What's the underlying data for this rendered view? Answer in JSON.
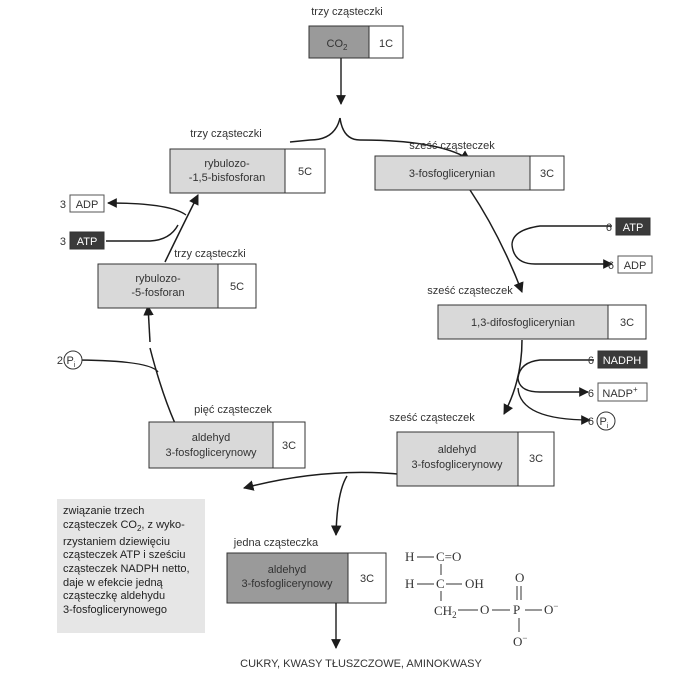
{
  "input": {
    "count_label": "trzy cząsteczki",
    "molecule": "CO",
    "molecule_sub": "2",
    "carbons": "1C"
  },
  "boxes": {
    "rubp": {
      "caption": "trzy cząsteczki",
      "name_line1": "rybulozo-",
      "name_line2": "-1,5-bisfosforan",
      "carbons": "5C"
    },
    "pga": {
      "caption": "sześć cząsteczek",
      "name_line1": "3-fosfoglicerynian",
      "carbons": "3C"
    },
    "ru5p": {
      "caption": "trzy cząsteczki",
      "name_line1": "rybulozo-",
      "name_line2": "-5-fosforan",
      "carbons": "5C"
    },
    "bpga": {
      "caption": "sześć cząsteczek",
      "name_line1": "1,3-difosfoglicerynian",
      "carbons": "3C"
    },
    "g3p_left": {
      "caption": "pięć cząsteczek",
      "name_line1": "aldehyd",
      "name_line2": "3-fosfoglicerynowy",
      "carbons": "3C"
    },
    "g3p_right": {
      "caption": "sześć cząsteczek",
      "name_line1": "aldehyd",
      "name_line2": "3-fosfoglicerynowy",
      "carbons": "3C"
    },
    "g3p_out": {
      "caption": "jedna cząsteczka",
      "name_line1": "aldehyd",
      "name_line2": "3-fosfoglicerynowy",
      "carbons": "3C"
    }
  },
  "cofactors": {
    "adp_left": {
      "count": "3",
      "label": "ADP"
    },
    "atp_left": {
      "count": "3",
      "label": "ATP"
    },
    "pi_left": {
      "count": "2",
      "label": "P",
      "sub": "i"
    },
    "atp_right": {
      "count": "6",
      "label": "ATP"
    },
    "adp_right": {
      "count": "6",
      "label": "ADP"
    },
    "nadph_right": {
      "count": "6",
      "label": "NADPH"
    },
    "nadp_right": {
      "count": "6",
      "label": "NADP",
      "sup": "+"
    },
    "pi_right": {
      "count": "6",
      "label": "P",
      "sub": "i"
    }
  },
  "note": {
    "lines": [
      "związanie trzech",
      "cząsteczek CO",
      "rzystaniem dziewięciu",
      "cząsteczek ATP i sześciu",
      "cząsteczek NADPH netto,",
      "daje w efekcie jedną",
      "cząsteczkę aldehydu",
      "3-fosfoglicerynowego"
    ],
    "co2_sub": "2",
    "co2_tail": ", z wyko-"
  },
  "structure": {
    "h1": "H",
    "c_dbl_o": "C=O",
    "h2": "H",
    "c_oh": "C",
    "oh": "OH",
    "ch2": "CH",
    "ch2_sub": "2",
    "o1": "O",
    "p": "P",
    "o_top": "O",
    "o_minus_right": "O",
    "o_minus_bottom": "O",
    "minus": "−",
    "dashes": "—"
  },
  "products": "CUKRY, KWASY TŁUSZCZOWE, AMINOKWASY",
  "colors": {
    "box_fill": "#d9d9d9",
    "dark_box_fill": "#9a9a9a",
    "dark_label_fill": "#3a3a3a",
    "line": "#1c1c1c"
  }
}
